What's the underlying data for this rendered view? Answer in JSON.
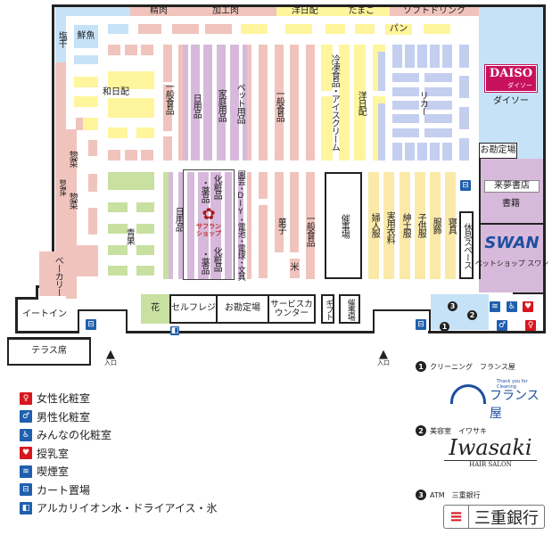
{
  "top_band": {
    "seiniku": "精肉",
    "kakouniku": "加工肉",
    "younichihai": "洋日配",
    "tamago": "たまご",
    "soft_drink": "ソフトドリンク"
  },
  "sections": {
    "enkan": "塩干",
    "sengyo": "鮮魚",
    "wanichihai": "和日配",
    "souzai_1": "惣菜",
    "souzai_2": "惣菜",
    "souzai_3": "惣菜",
    "bakery": "ベーカリー",
    "ippan_shokuhin_1": "一般食品",
    "nichiyouhin_1": "日用品",
    "katei_youhin": "家庭用品",
    "pet_youhin": "ペット用品",
    "ippan_shokuhin_2": "一般食品",
    "reitou": "冷凍食品・アイスクリーム",
    "younichihai": "洋日配",
    "pan": "パン",
    "liquor": "リカー",
    "seika": "青果",
    "nichiyouhin_2": "日用品",
    "keshouhin_1": "化粧品",
    "yakuhin_1": "・薬品",
    "keshouhin_2": "化粧品",
    "yakuhin_2": "・薬品",
    "saffron_shop": "サフランショップ",
    "engei": "園芸・DIY・電池・電球・文具",
    "kashi": "菓子",
    "kome": "米",
    "ippan_shokuhin_3": "一般食品",
    "saijijou_1": "催事場",
    "fujinfuku": "婦人服",
    "jitsuyou_iryou": "実用衣料",
    "shinshifuku": "紳士服",
    "kodomofuku": "子供服",
    "fukushoku": "服飾",
    "shingu": "寝具",
    "kyuusoku": "休息スペース",
    "hana": "花",
    "self_register": "セルフレジ",
    "okanjouba_1": "お勘定場",
    "service_counter": "サービスカウンター",
    "gift": "ギフト",
    "saijijou_2": "催事場",
    "eat_in": "イートイン",
    "terrace": "テラス席",
    "okanjouba_2": "お勘定場"
  },
  "tenants": {
    "daiso_logo": "DAISO",
    "daiso_logo_sub": "ダイソー",
    "daiso": "ダイソー",
    "raimu_logo": "来夢書店",
    "books": "書籍",
    "swan_logo": "SWAN",
    "swan": "ペットショップ スワン"
  },
  "entrances": [
    "入口",
    "入口"
  ],
  "legend": [
    {
      "label": "女性化粧室",
      "icon": "female-restroom-icon",
      "color": "#d7161e"
    },
    {
      "label": "男性化粧室",
      "icon": "male-restroom-icon",
      "color": "#1f5fae"
    },
    {
      "label": "みんなの化粧室",
      "icon": "accessible-restroom-icon",
      "color": "#1f5fae"
    },
    {
      "label": "授乳室",
      "icon": "nursing-room-icon",
      "color": "#d7161e"
    },
    {
      "label": "喫煙室",
      "icon": "smoking-room-icon",
      "color": "#1f5fae"
    },
    {
      "label": "カート置場",
      "icon": "cart-icon",
      "color": "#1f5fae"
    },
    {
      "label": "アルカリイオン水・ドライアイス・氷",
      "icon": "water-ice-icon",
      "color": "#1f5fae"
    }
  ],
  "shops": [
    {
      "num": "1",
      "label": "クリーニング　フランス屋",
      "logo": "フランス屋",
      "logo_tag": "Thank you for Cleaning"
    },
    {
      "num": "2",
      "label": "美容室　イワサキ",
      "logo": "Iwasaki",
      "logo_tag": "HAIR SALON"
    },
    {
      "num": "3",
      "label": "ATM　三重銀行",
      "logo": "三重銀行"
    }
  ]
}
